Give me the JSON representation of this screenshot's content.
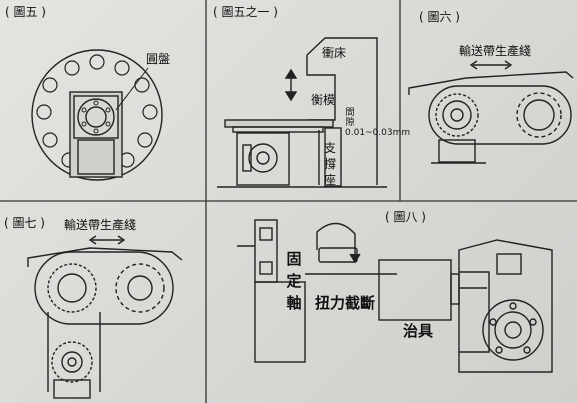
{
  "panel5": {
    "caption": "( 圖五 )",
    "disc_label": "圓盤"
  },
  "panel5b": {
    "caption": "( 圖五之一 )",
    "bed_label": "衝床",
    "crossbeam_label": "衡模",
    "support_label": "支撐座",
    "gap_label": "間隙 0.01~0.03mm"
  },
  "panel6": {
    "caption": "( 圖六 )",
    "conveyor_label": "輸送帶生產綫"
  },
  "panel7": {
    "caption": "( 圖七 )",
    "conveyor_label": "輸送帶生產綫"
  },
  "panel8": {
    "caption": "( 圖八 )",
    "fixed_axis_label": "固定軸",
    "torque_label": "扭力截斷",
    "fixture_label": "治具"
  }
}
